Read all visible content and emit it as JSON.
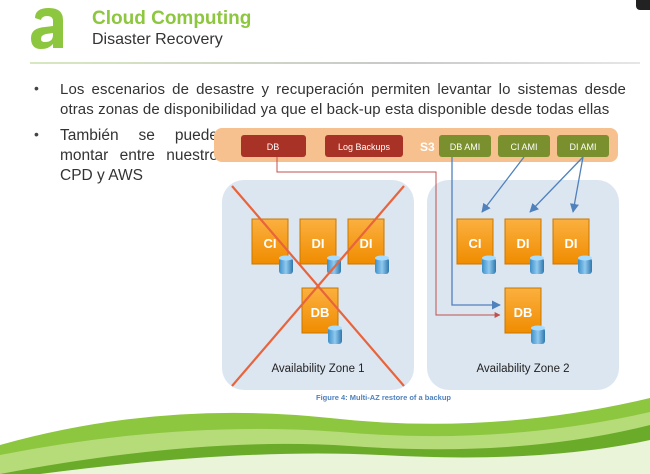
{
  "header": {
    "title": "Cloud Computing",
    "subtitle": "Disaster Recovery"
  },
  "bullets": [
    {
      "marker": "•",
      "text": "Los escenarios de desastre y recuperación permiten levantar lo sistemas desde otras zonas de disponibilidad ya que el back-up esta disponible desde todas ellas"
    },
    {
      "marker": "•",
      "text": "También se puede montar entre nuestro CPD y AWS"
    }
  ],
  "diagram": {
    "s3_bar": {
      "label": "S3",
      "left_items": [
        "DB",
        "Log Backups"
      ],
      "ami_items": [
        "DB AMI",
        "CI AMI",
        "DI AMI"
      ]
    },
    "zone1": {
      "label": "Availability Zone 1",
      "servers": [
        "CI",
        "DI",
        "DI",
        "DB"
      ],
      "status": "failed"
    },
    "zone2": {
      "label": "Availability Zone 2",
      "servers": [
        "CI",
        "DI",
        "DI",
        "DB"
      ]
    },
    "caption": "Figure 4: Multi-AZ restore of a backup"
  },
  "colors": {
    "brand_green": "#8dc63f",
    "s3_bar": "#f6c18e",
    "dark_red_box": "#a93226",
    "green_ami": "#7a8f2e",
    "zone_bg": "#dce6f1",
    "server_orange": "#f39c12",
    "cross_red": "#e8643c",
    "arrow_blue": "#4f81bd"
  }
}
